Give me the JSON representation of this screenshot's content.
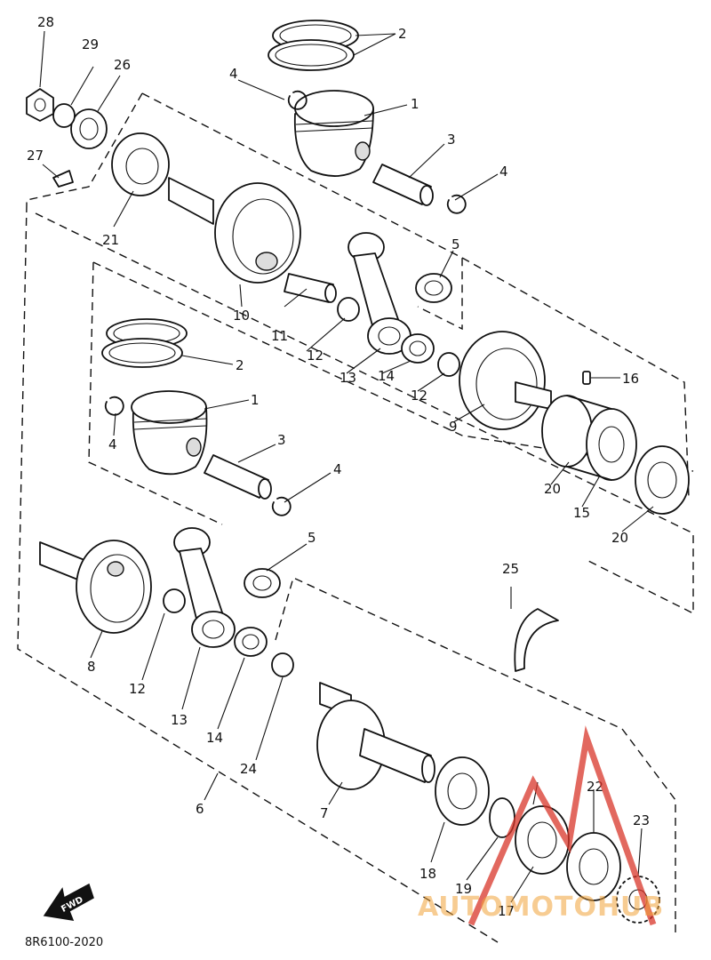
{
  "diagram": {
    "code": "8R6100-2020",
    "arrow_label": "FWD",
    "watermark": "AUTOMOTOHUB"
  },
  "callouts": {
    "c1_top": "1",
    "c2_top": "2",
    "c3_top": "3",
    "c4a_top": "4",
    "c4b_top": "4",
    "c5_top": "5",
    "c9": "9",
    "c10": "10",
    "c11": "11",
    "c12a": "12",
    "c12b": "12",
    "c13_top": "13",
    "c14_top": "14",
    "c15": "15",
    "c16": "16",
    "c20a": "20",
    "c20b": "20",
    "c21": "21",
    "c26": "26",
    "c27": "27",
    "c28": "28",
    "c29": "29",
    "c1_mid": "1",
    "c2_mid": "2",
    "c3_mid": "3",
    "c4a_mid": "4",
    "c4b_mid": "4",
    "c5_mid": "5",
    "c6": "6",
    "c7": "7",
    "c8": "8",
    "c12c": "12",
    "c13_bot": "13",
    "c14_bot": "14",
    "c17": "17",
    "c18": "18",
    "c19": "19",
    "c22": "22",
    "c23": "23",
    "c24": "24",
    "c25": "25"
  },
  "colors": {
    "line": "#111111",
    "watermark_red": "#d8362a",
    "watermark_orange": "#f2a33a"
  }
}
